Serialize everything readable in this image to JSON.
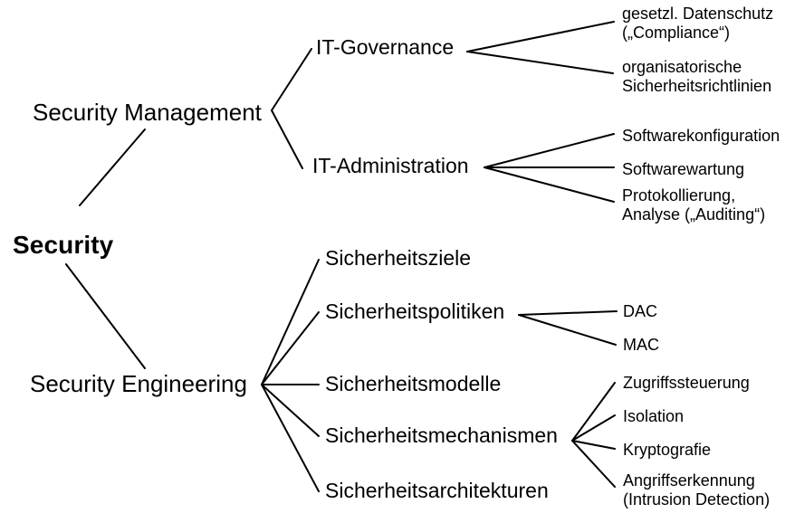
{
  "diagram": {
    "type": "tree",
    "title": "Security",
    "background_color": "#ffffff",
    "line_color": "#000000",
    "text_color": "#000000",
    "root": {
      "label": "Security"
    },
    "level1": [
      {
        "label": "Security Management"
      },
      {
        "label": "Security Engineering"
      }
    ],
    "management_children": [
      {
        "label": "IT-Governance"
      },
      {
        "label": "IT-Administration"
      }
    ],
    "governance_leaves": [
      {
        "line1": "gesetzl. Datenschutz",
        "line2": "(„Compliance“)"
      },
      {
        "line1": "organisatorische",
        "line2": "Sicherheitsrichtlinien"
      }
    ],
    "administration_leaves": [
      {
        "line1": "Softwarekonfiguration",
        "line2": ""
      },
      {
        "line1": "Softwarewartung",
        "line2": ""
      },
      {
        "line1": "Protokollierung,",
        "line2": "Analyse („Auditing“)"
      }
    ],
    "engineering_children": [
      {
        "label": "Sicherheitsziele"
      },
      {
        "label": "Sicherheitspolitiken"
      },
      {
        "label": "Sicherheitsmodelle"
      },
      {
        "label": "Sicherheitsmechanismen"
      },
      {
        "label": "Sicherheitsarchitekturen"
      }
    ],
    "politiken_leaves": [
      {
        "line1": "DAC",
        "line2": ""
      },
      {
        "line1": "MAC",
        "line2": ""
      }
    ],
    "mechanismen_leaves": [
      {
        "line1": "Zugriffssteuerung",
        "line2": ""
      },
      {
        "line1": "Isolation",
        "line2": ""
      },
      {
        "line1": "Kryptografie",
        "line2": ""
      },
      {
        "line1": "Angriffserkennung",
        "line2": "(Intrusion Detection)"
      }
    ]
  }
}
